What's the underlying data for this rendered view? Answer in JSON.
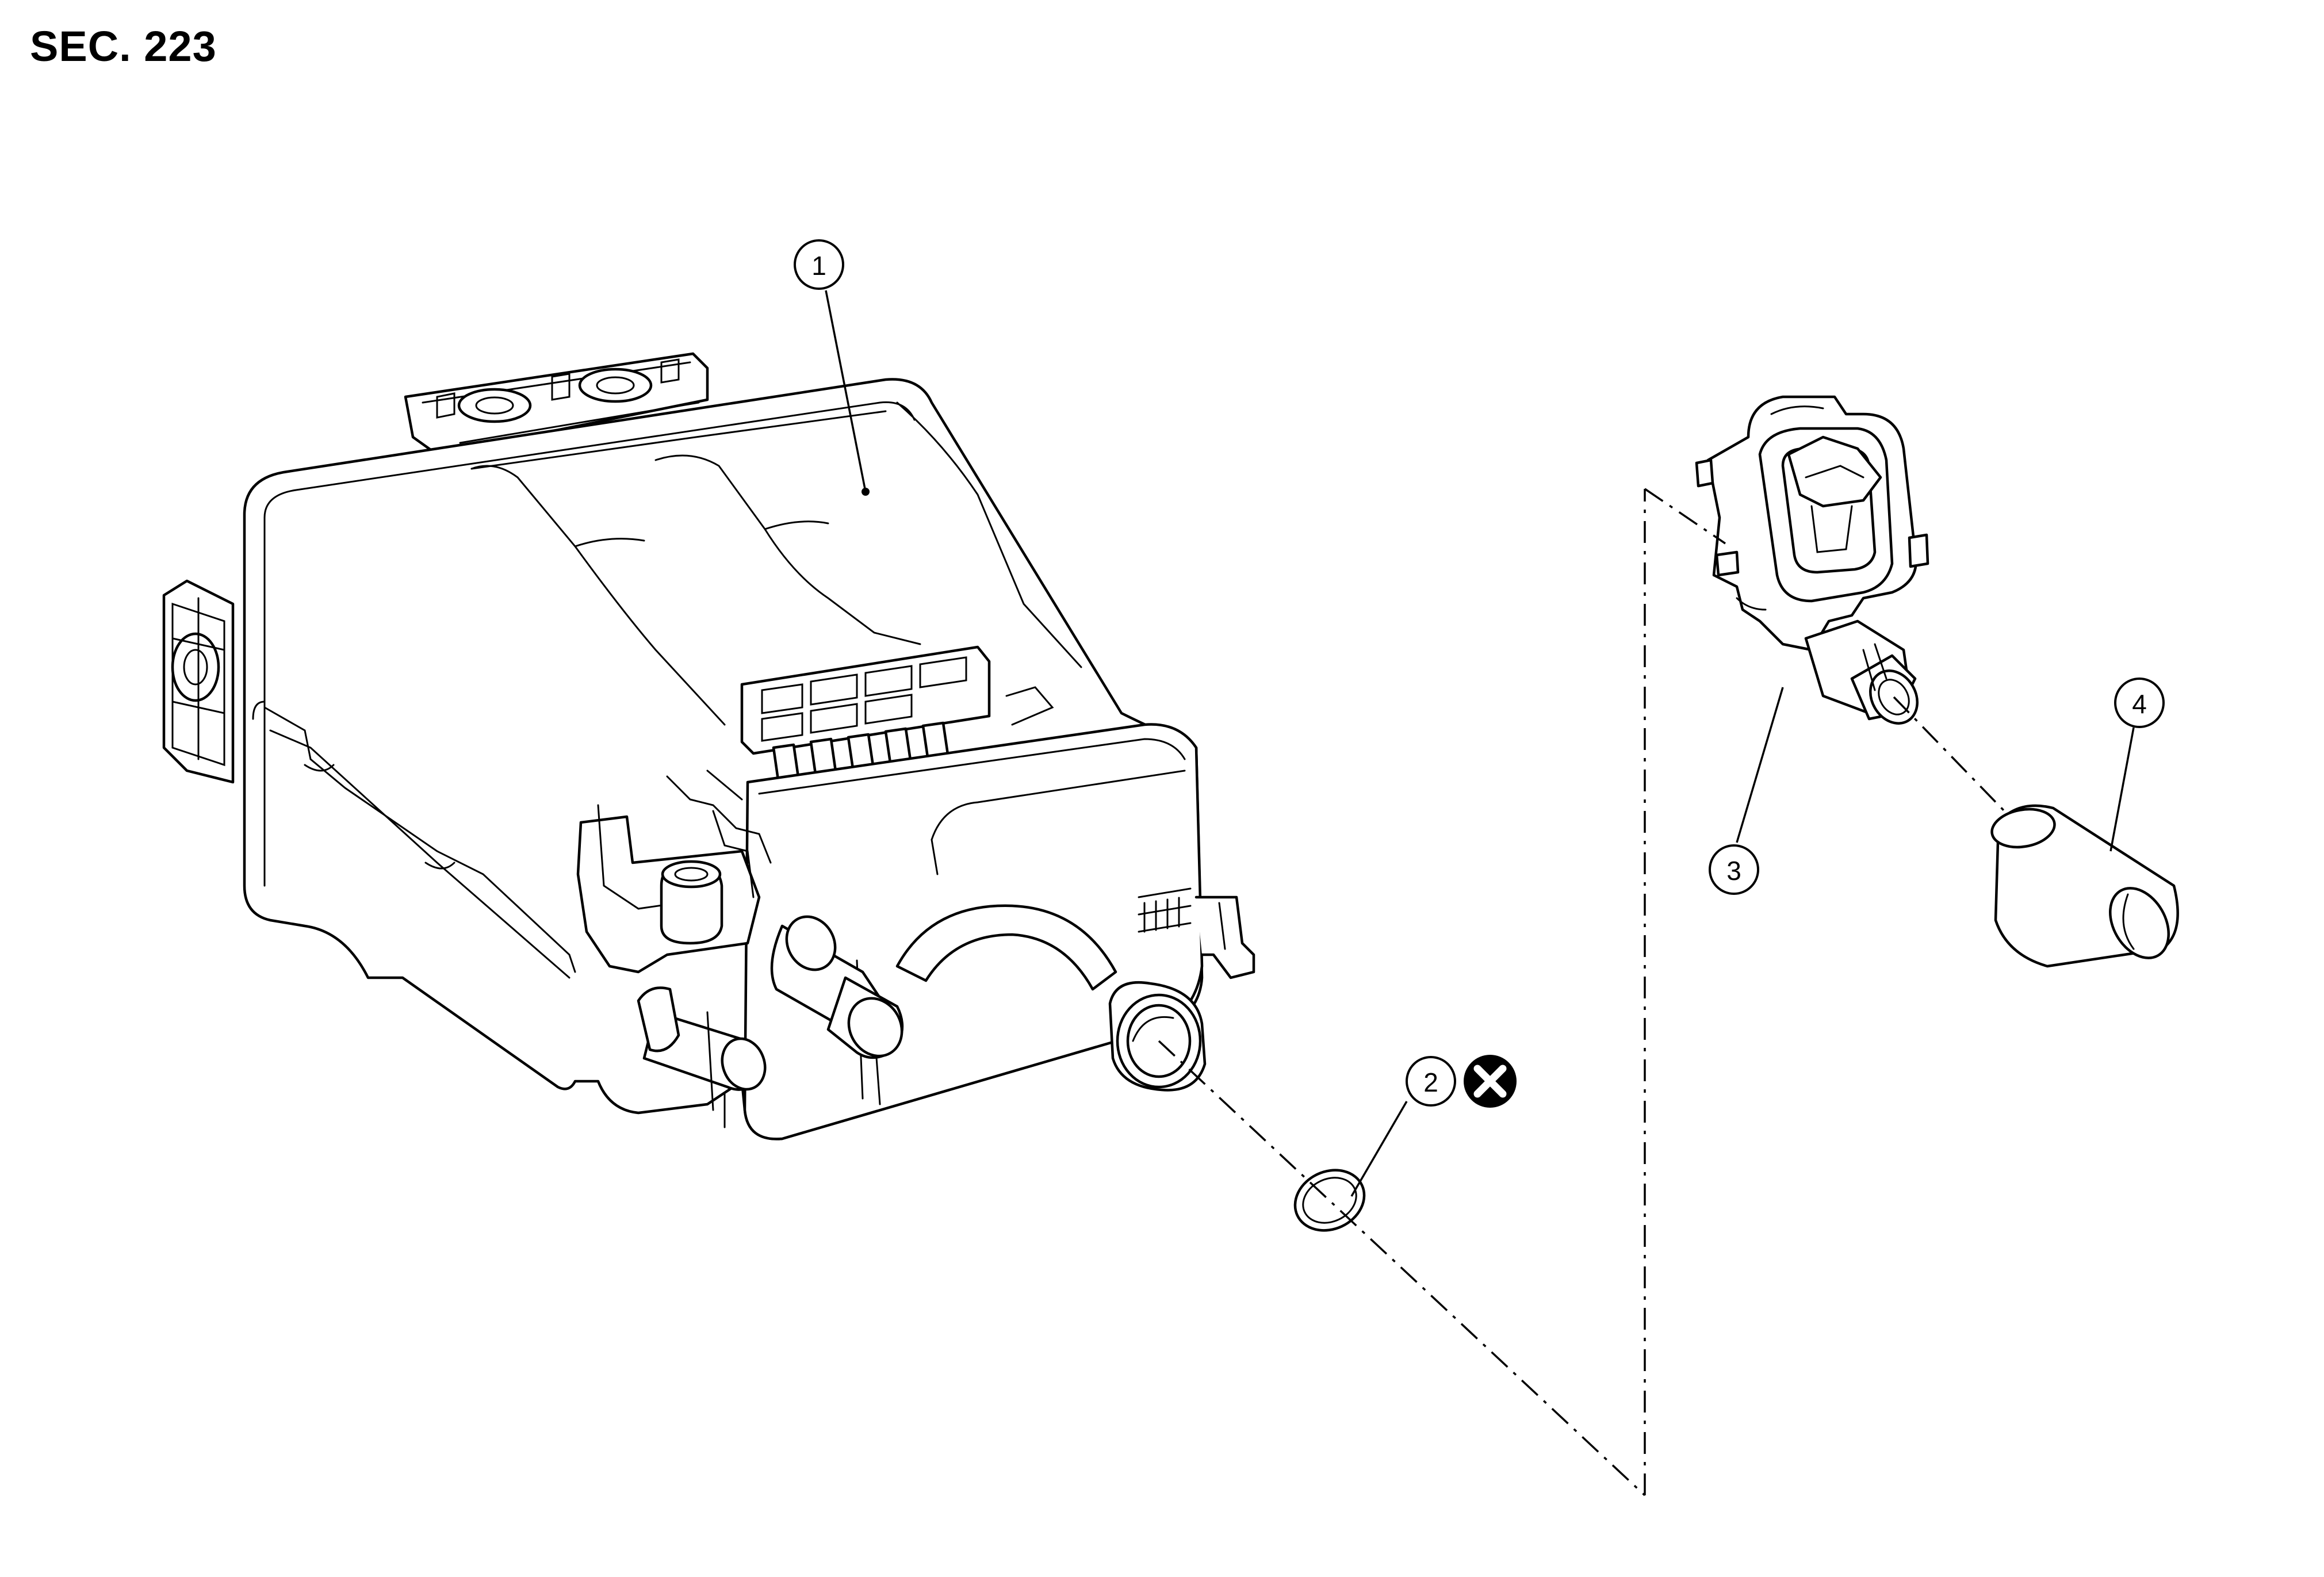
{
  "section_label": "SEC. 223",
  "callouts": [
    {
      "id": "callout-1",
      "number": "1"
    },
    {
      "id": "callout-2",
      "number": "2"
    },
    {
      "id": "callout-3",
      "number": "3"
    },
    {
      "id": "callout-4",
      "number": "4"
    }
  ],
  "icons": {
    "do_not_reuse": "do-not-reuse-icon"
  },
  "colors": {
    "line": "#000000",
    "background": "#ffffff"
  }
}
